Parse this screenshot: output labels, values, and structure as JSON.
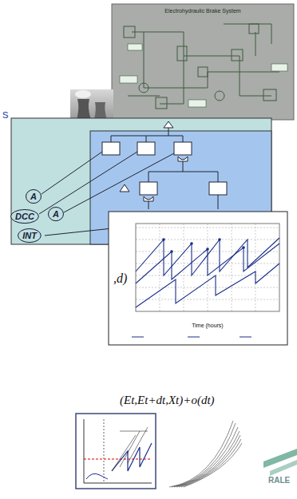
{
  "diagram": {
    "nodes": [
      {
        "text": [
          "A"
        ]
      },
      {
        "text": [
          "DCC"
        ]
      },
      {
        "text": [
          "A"
        ]
      },
      {
        "text": [
          "INT"
        ]
      }
    ],
    "labels": [
      "s",
      "Electrohydraulic Brake System",
      "Time (hours)",
      ",d)",
      "(Et,Et+dt,Xt)+o(dt)",
      "RALE"
    ]
  }
}
